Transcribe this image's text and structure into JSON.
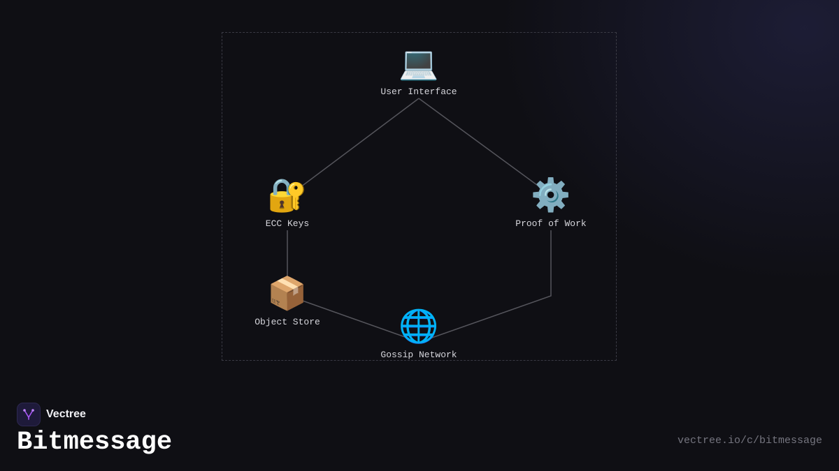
{
  "diagram": {
    "nodes": [
      {
        "id": "ui",
        "label": "User Interface",
        "icon": "💻",
        "icon_name": "laptop-icon"
      },
      {
        "id": "ecc",
        "label": "ECC Keys",
        "icon": "🔐",
        "icon_name": "lock-with-key-icon"
      },
      {
        "id": "pow",
        "label": "Proof of Work",
        "icon": "⚙️",
        "icon_name": "gear-icon"
      },
      {
        "id": "store",
        "label": "Object Store",
        "icon": "📦",
        "icon_name": "package-icon"
      },
      {
        "id": "gossip",
        "label": "Gossip Network",
        "icon": "🌐",
        "icon_name": "globe-icon"
      }
    ],
    "edges": [
      {
        "from": "ui",
        "to": "ecc"
      },
      {
        "from": "ui",
        "to": "pow"
      },
      {
        "from": "ecc",
        "to": "store"
      },
      {
        "from": "store",
        "to": "gossip"
      },
      {
        "from": "pow",
        "to": "gossip"
      }
    ],
    "colors": {
      "edge": "#55555c",
      "frame": "#3a3a44"
    }
  },
  "brand": {
    "name": "Vectree",
    "accent": "#a855f7"
  },
  "page": {
    "title": "Bitmessage",
    "url": "vectree.io/c/bitmessage"
  }
}
